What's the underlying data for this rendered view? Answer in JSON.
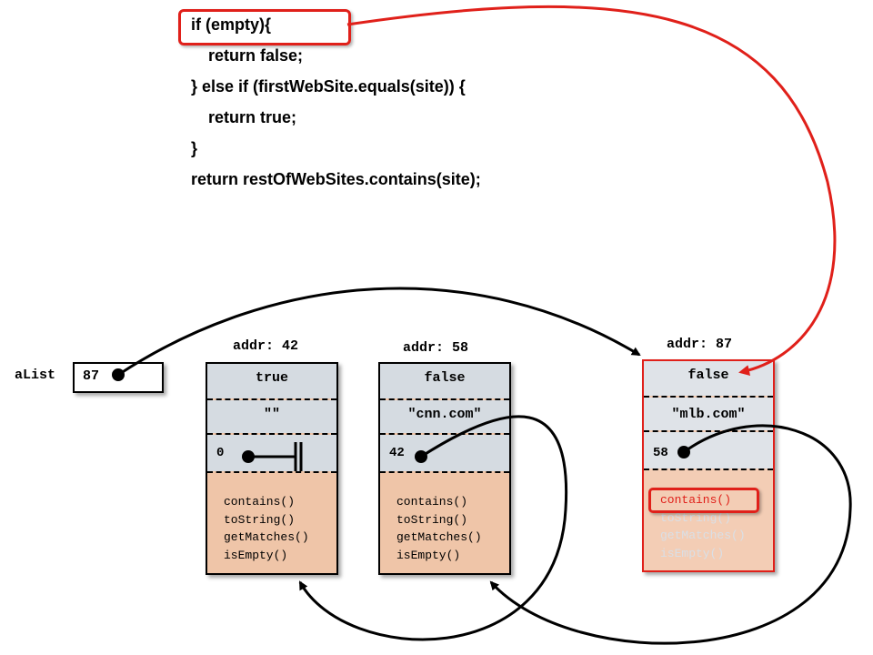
{
  "code_lines": [
    "if (empty){",
    "return false;",
    "} else if (firstWebSite.equals(site)) {",
    "return true;",
    "}",
    "return restOfWebSites.contains(site);"
  ],
  "variable": {
    "label": "aList",
    "value": "87"
  },
  "nodes": [
    {
      "addr": "addr: 42",
      "empty": "true",
      "site": "\"\"",
      "rest": "0",
      "methods": [
        "contains()",
        "toString()",
        "getMatches()",
        "isEmpty()"
      ]
    },
    {
      "addr": "addr: 58",
      "empty": "false",
      "site": "\"cnn.com\"",
      "rest": "42",
      "methods": [
        "contains()",
        "toString()",
        "getMatches()",
        "isEmpty()"
      ]
    },
    {
      "addr": "addr: 87",
      "empty": "false",
      "site": "\"mlb.com\"",
      "rest": "58",
      "methods": [
        "contains()",
        "toString()",
        "getMatches()",
        "isEmpty()"
      ]
    }
  ],
  "colors": {
    "highlight": "#e0201a",
    "field": "#d5dbe1",
    "methods_bg": "#efc5a8"
  }
}
